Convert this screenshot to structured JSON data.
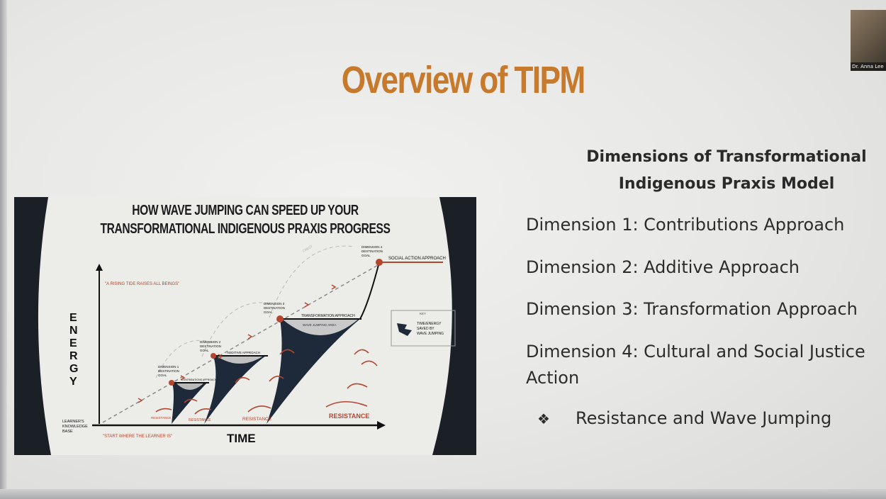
{
  "slide": {
    "title": "Overview of TIPM",
    "participant_name": "Dr. Anna Lee"
  },
  "figure": {
    "title_line1": "HOW WAVE JUMPING CAN SPEED UP YOUR",
    "title_line2": "TRANSFORMATIONAL INDIGENOUS PRAXIS PROGRESS",
    "y_axis_label": "E N E R G Y",
    "x_axis_label": "TIME",
    "rising_tide": "\"A RISING TIDE RAISES ALL BEINGS\"",
    "start_note": "\"START WHERE THE LEARNER IS\"",
    "knowledge_base": [
      "LEARNER'S",
      "KNOWLEDGE",
      "BASE"
    ],
    "dim1_goal": [
      "DIMENSION 1",
      "DESTINATION",
      "GOAL"
    ],
    "dim2_goal": [
      "DIMENSION 2",
      "DESTINATION",
      "GOAL"
    ],
    "dim3_goal": [
      "DIMENSION 3",
      "DESTINATION",
      "GOAL"
    ],
    "dim4_goal": [
      "DIMENSION 4",
      "DESTINATION",
      "GOAL"
    ],
    "contributions": "CONTRIBUTIONS APPROACH",
    "additive": "ADDITIVE APPROACH",
    "transformation": "TRANSFORMATION APPROACH",
    "social_action": "SOCIAL ACTION APPROACH",
    "wave_jumping_area": "WAVE JUMPING AREA",
    "resistance_labels": [
      "RESISTANCE",
      "RESISTANCE",
      "RESISTANCE",
      "RESISTANCE"
    ],
    "key_title": "KEY",
    "key_text": [
      "TIME/ENERGY",
      "SAVED BY",
      "WAVE JUMPING"
    ],
    "crest_label": "CREST"
  },
  "dimensions": {
    "heading_line1": "Dimensions of Transformational",
    "heading_line2": "Indigenous Praxis Model",
    "items": [
      "Dimension 1: Contributions Approach",
      "Dimension 2: Additive Approach",
      "Dimension 3: Transformation Approach",
      "Dimension 4: Cultural and Social Justice",
      "Action"
    ],
    "bullet_symbol": "❖",
    "bullet_text": "Resistance and Wave Jumping"
  },
  "colors": {
    "title": "#c87a2c",
    "wave_fill": "#1e2a3a",
    "accent_red": "#b5462e"
  }
}
